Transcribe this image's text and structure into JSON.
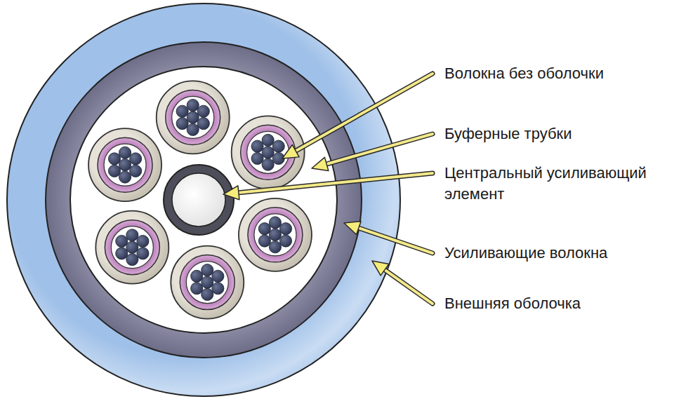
{
  "diagram": {
    "labels": [
      "Волокна без оболочки",
      "Буферные трубки",
      "Центральный усиливающий элемент",
      "Усиливающие волокна",
      "Внешняя оболочка"
    ]
  }
}
